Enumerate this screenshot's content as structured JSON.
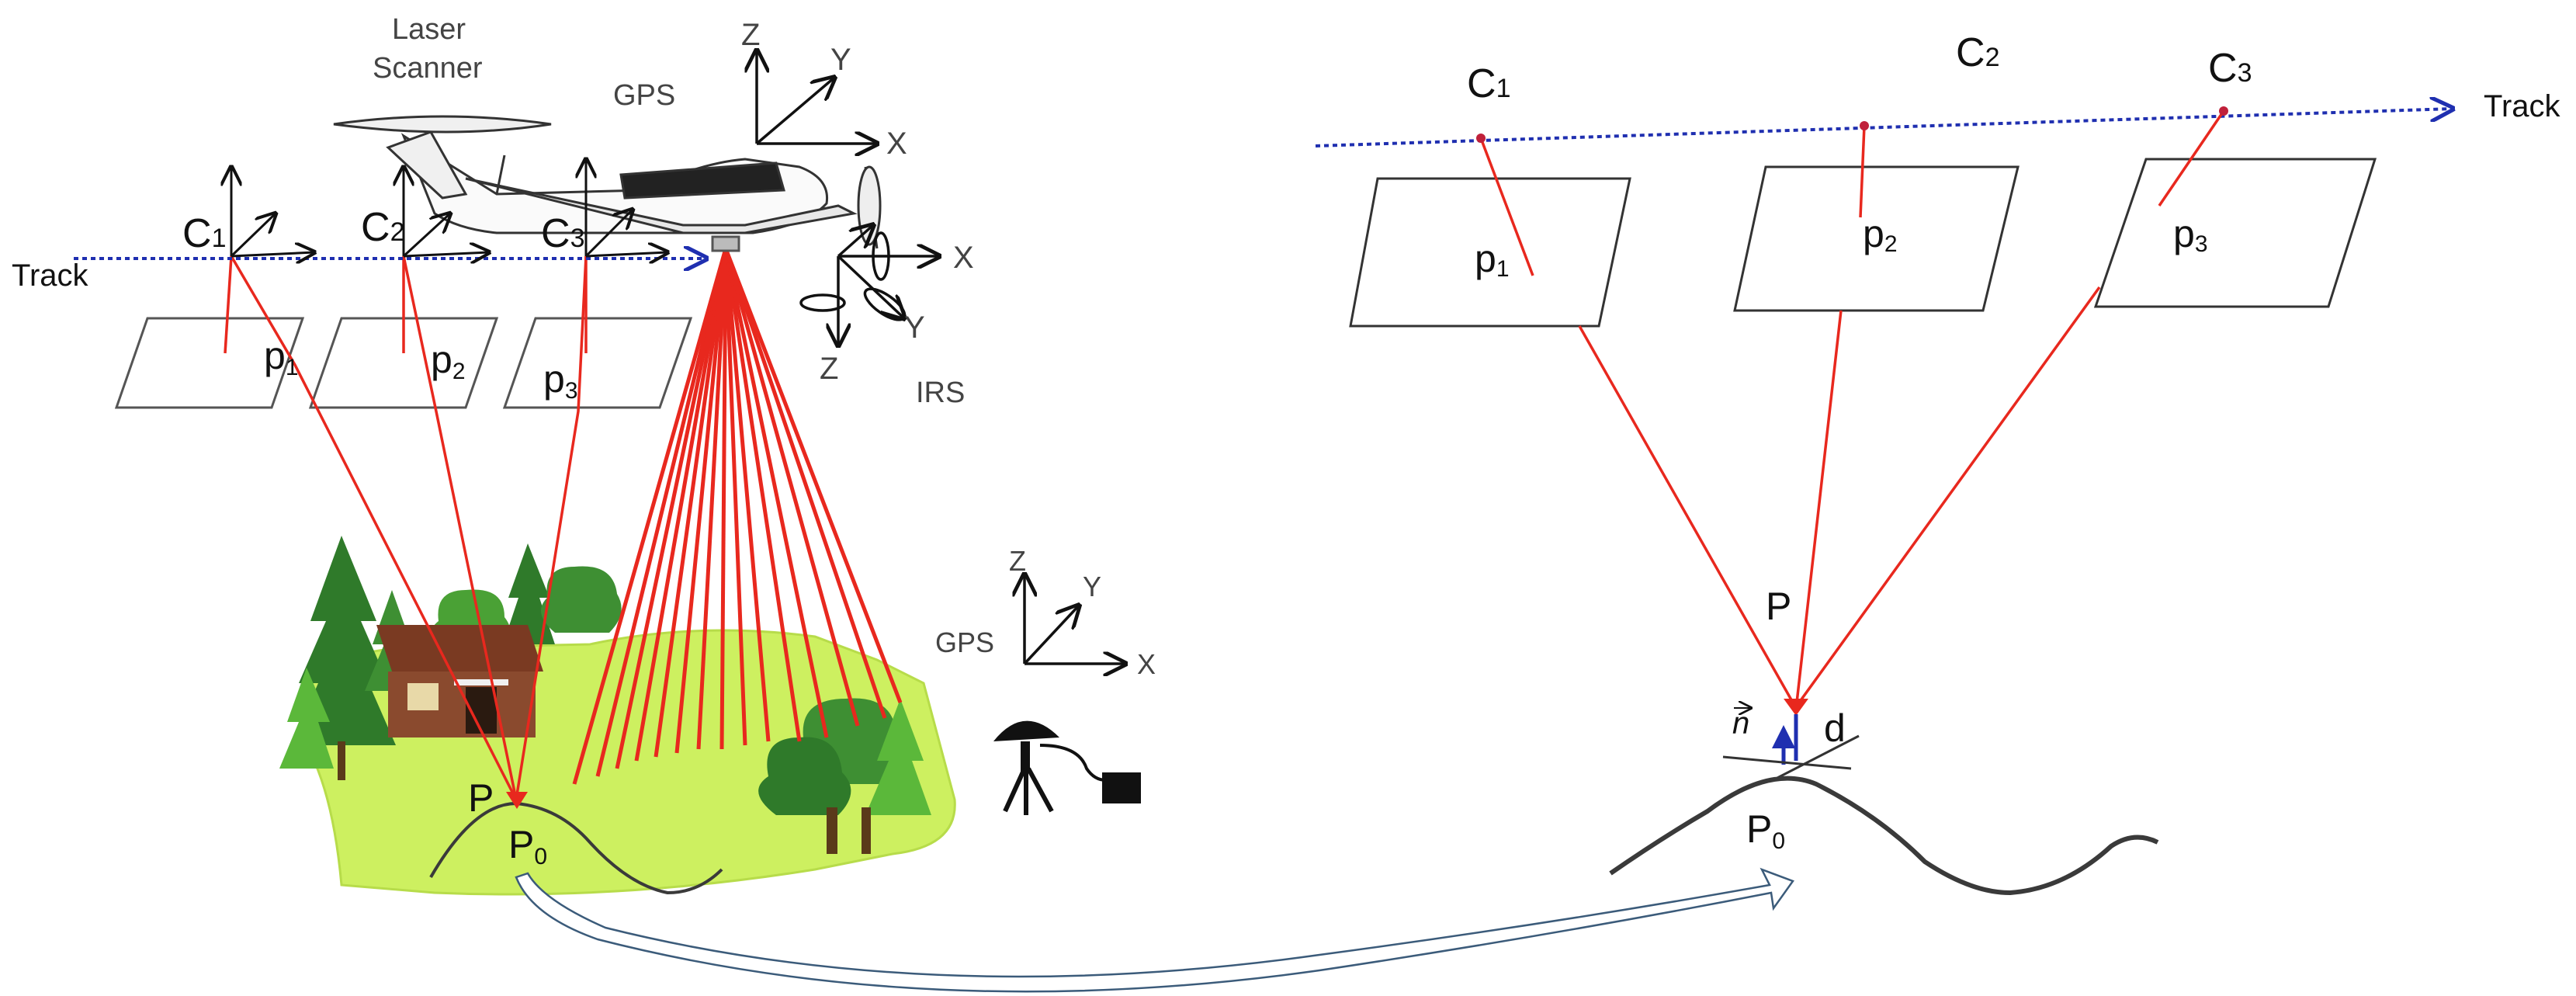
{
  "left_panel": {
    "laser_scanner_line1": "Laser",
    "laser_scanner_line2": "Scanner",
    "gps_air": "GPS",
    "irs": "IRS",
    "track": "Track",
    "gps_ground": "GPS",
    "camera_centers": [
      "C",
      "C",
      "C"
    ],
    "camera_center_subs": [
      "1",
      "2",
      "3"
    ],
    "image_points": [
      "p",
      "p",
      "p"
    ],
    "image_point_subs": [
      "1",
      "2",
      "3"
    ],
    "object_point": "P",
    "surface_point": "P",
    "surface_point_sub": "0",
    "axes_air": {
      "x": "X",
      "y": "Y",
      "z": "Z"
    },
    "axes_irs": {
      "x": "X",
      "y": "Y",
      "z": "Z"
    },
    "axes_ground": {
      "x": "X",
      "y": "Y",
      "z": "Z"
    }
  },
  "right_panel": {
    "track": "Track",
    "camera_centers": [
      "C",
      "C",
      "C"
    ],
    "camera_center_subs": [
      "1",
      "2",
      "3"
    ],
    "image_points": [
      "p",
      "p",
      "p"
    ],
    "image_point_subs": [
      "1",
      "2",
      "3"
    ],
    "object_point": "P",
    "normal_vector": "n",
    "distance": "d",
    "surface_point": "P",
    "surface_point_sub": "0"
  },
  "colors": {
    "ray": "#e8281e",
    "track": "#1f2fb0",
    "terrain": "#cdf060",
    "tree_dark": "#2f7a2a",
    "tree_light": "#5bb83a",
    "house": "#8a4a2e",
    "curve": "#3a3a3a"
  }
}
